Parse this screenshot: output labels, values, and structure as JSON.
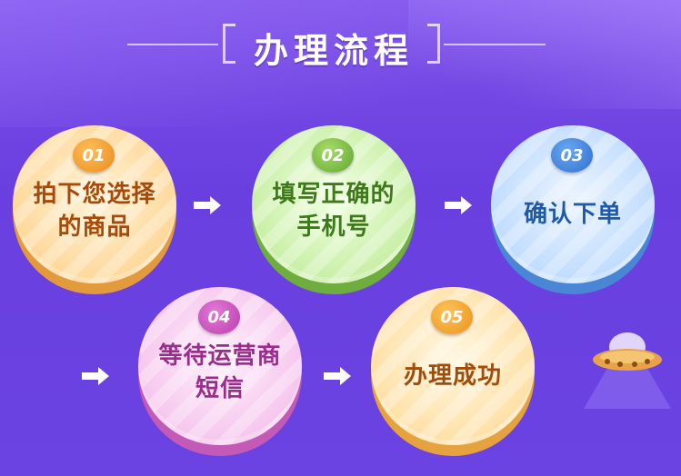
{
  "title": "办理流程",
  "steps": [
    {
      "number": "01",
      "line1": "拍下您选择",
      "line2": "的商品"
    },
    {
      "number": "02",
      "line1": "填写正确的",
      "line2": "手机号"
    },
    {
      "number": "03",
      "line1": "确认下单",
      "line2": ""
    },
    {
      "number": "04",
      "line1": "等待运营商",
      "line2": "短信"
    },
    {
      "number": "05",
      "line1": "办理成功",
      "line2": ""
    }
  ],
  "colors": {
    "background": "#6a3fe0",
    "step1": "#e98a1a",
    "step2": "#62a531",
    "step3": "#2f6fcf",
    "step4": "#b93cad",
    "step5": "#ea9318"
  },
  "icons": [
    "arrow-right-icon",
    "ufo-icon"
  ]
}
